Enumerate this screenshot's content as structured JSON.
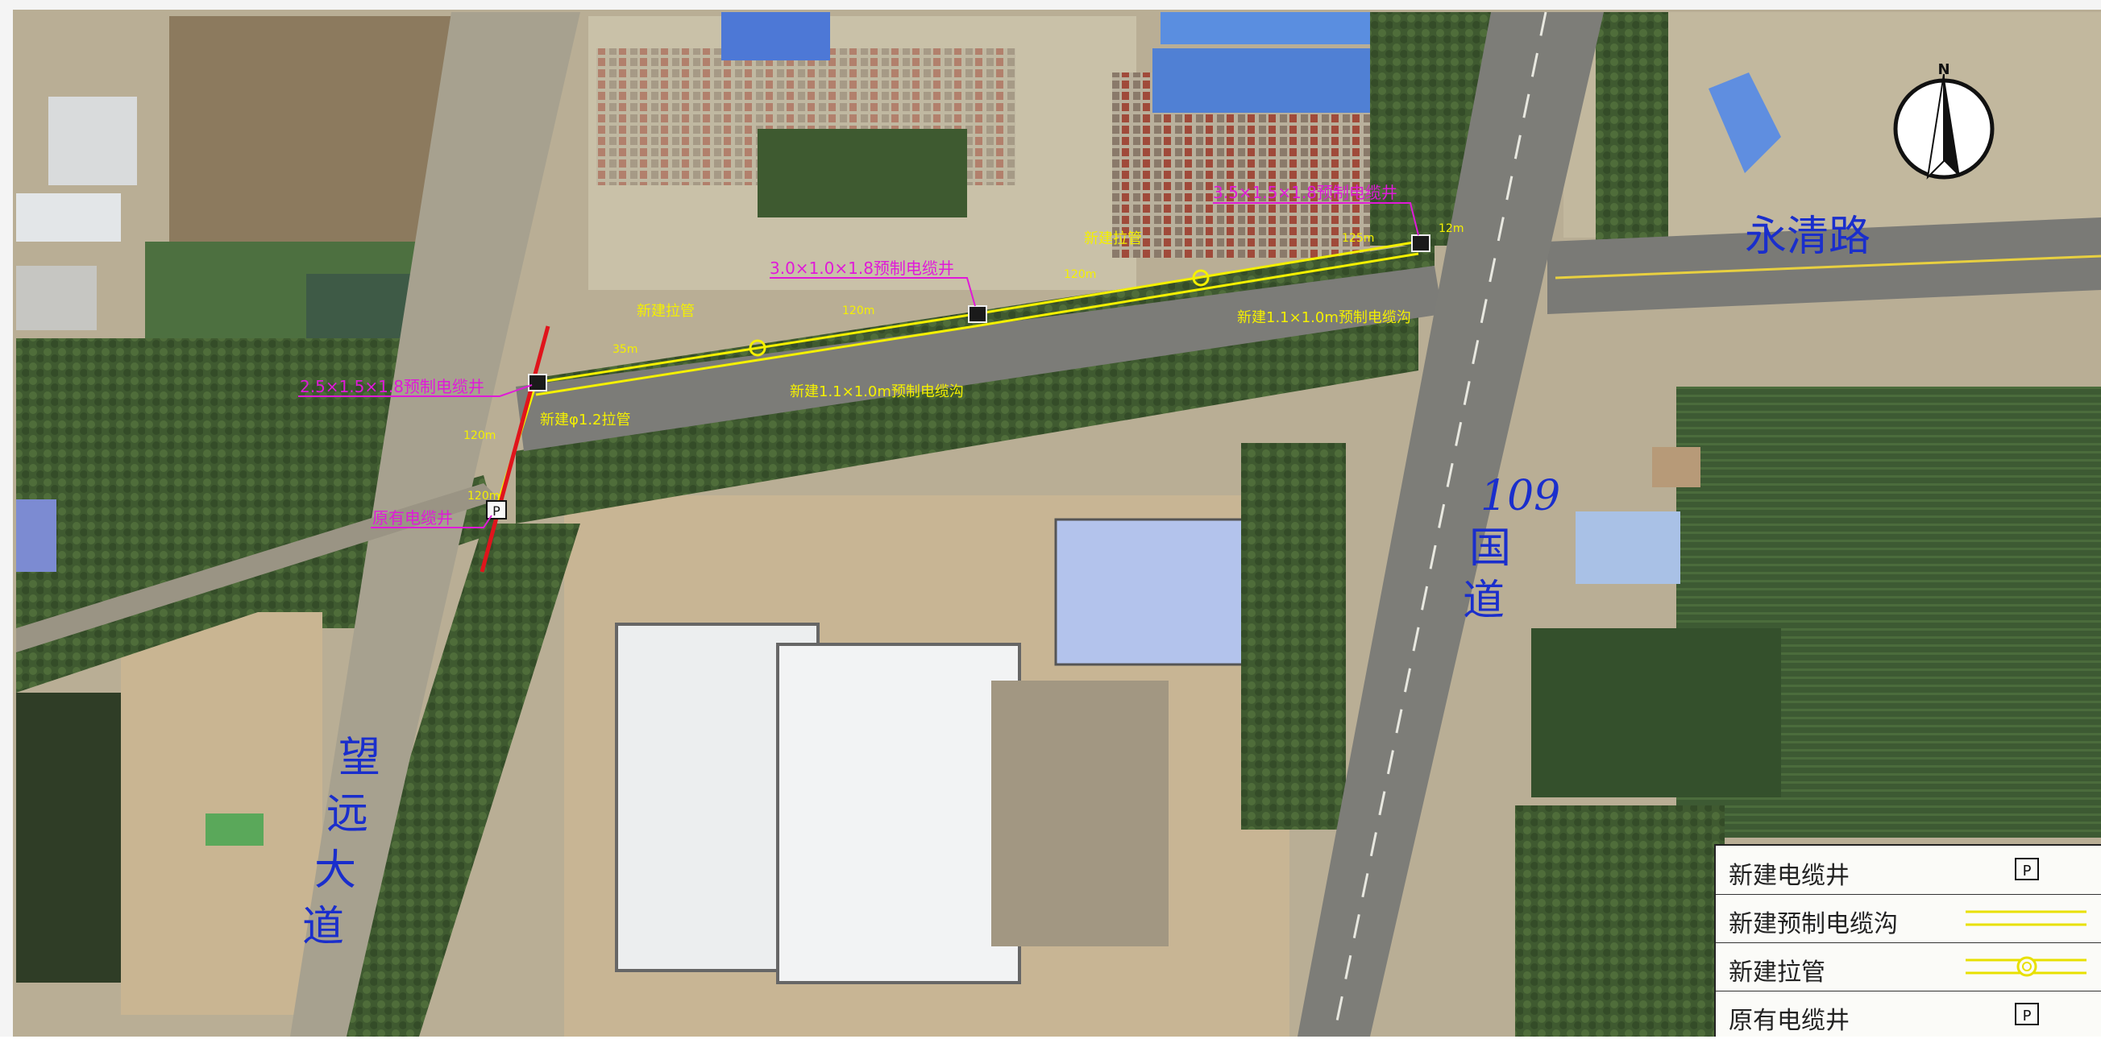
{
  "map": {
    "roads": {
      "yongqing": "永清路",
      "guodao": [
        "109",
        "国",
        "道"
      ],
      "wangyuan": [
        "望",
        "远",
        "大",
        "道"
      ]
    },
    "annotations": {
      "well_a": "3.5×1.5×1.8预制电缆井",
      "well_b": "3.0×1.0×1.8预制电缆井",
      "well_c": "2.5×1.5×1.8预制电缆井",
      "trench_a": "新建1.1×1.0m预制电缆沟",
      "trench_b": "新建1.1×1.0m预制电缆沟",
      "pipe_a": "新建拉管",
      "pipe_b": "新建拉管",
      "pipe_c": "新建φ1.2拉管",
      "existing_well": "原有电缆井",
      "len_1": "120m",
      "len_2": "120m",
      "len_3": "35m",
      "len_4": "125m",
      "len_5": "120m",
      "len_6": "120m",
      "len_7": "12m"
    },
    "compass": {
      "north": "N"
    },
    "colors": {
      "road_label": "#1a2ecc",
      "annotation_magenta": "#e01ad8",
      "annotation_yellow": "#f4f000",
      "cut_line": "#e0141c"
    }
  },
  "legend": {
    "rows": [
      {
        "label": "新建电缆井",
        "symbol": "P"
      },
      {
        "label": "新建预制电缆沟",
        "symbol": ""
      },
      {
        "label": "新建拉管",
        "symbol": ""
      },
      {
        "label": "原有电缆井",
        "symbol": "P"
      }
    ]
  }
}
